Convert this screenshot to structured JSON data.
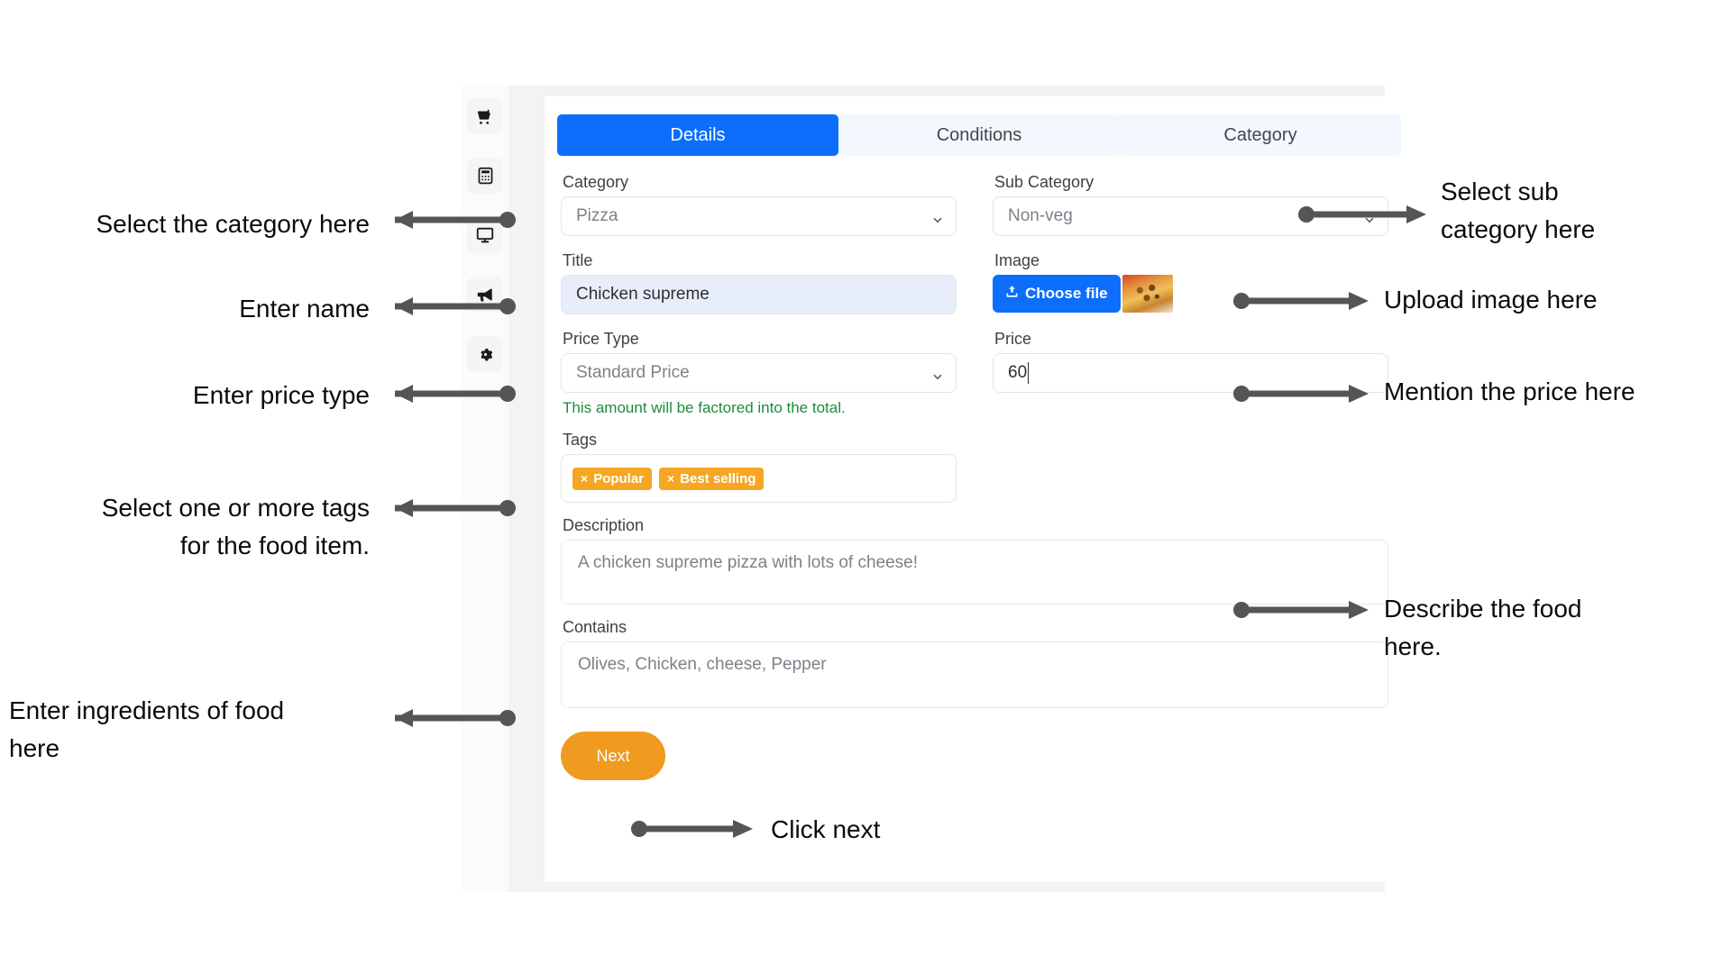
{
  "colors": {
    "primary_blue": "#0d6efd",
    "tab_inactive_bg": "#f2f8fe",
    "tag_orange": "#f5a623",
    "next_orange": "#f09a1f",
    "helper_green": "#1f8b3e",
    "filled_input_bg": "#e8edfa",
    "annotation_gray": "#555555"
  },
  "sidebar": {
    "items": [
      {
        "icon": "shopping-cart-icon",
        "name": "cart"
      },
      {
        "icon": "calculator-icon",
        "name": "calculator"
      },
      {
        "icon": "monitor-icon",
        "name": "monitor"
      },
      {
        "icon": "megaphone-icon",
        "name": "megaphone"
      },
      {
        "icon": "gear-icon",
        "name": "settings"
      }
    ]
  },
  "tabs": [
    {
      "label": "Details",
      "active": true
    },
    {
      "label": "Conditions",
      "active": false
    },
    {
      "label": "Category",
      "active": false
    }
  ],
  "form": {
    "category": {
      "label": "Category",
      "value": "Pizza",
      "options": [
        "Pizza"
      ]
    },
    "sub_category": {
      "label": "Sub Category",
      "value": "Non-veg",
      "options": [
        "Non-veg"
      ]
    },
    "title": {
      "label": "Title",
      "value": "Chicken supreme"
    },
    "image": {
      "label": "Image",
      "button_label": "Choose file",
      "thumbnail_alt": "pizza-thumbnail"
    },
    "price_type": {
      "label": "Price Type",
      "value": "Standard Price",
      "options": [
        "Standard Price"
      ],
      "helper": "This amount will be factored into the total."
    },
    "price": {
      "label": "Price",
      "value": "60"
    },
    "tags": {
      "label": "Tags",
      "chips": [
        "Popular",
        "Best selling"
      ],
      "remove_glyph": "×"
    },
    "description": {
      "label": "Description",
      "value": "A chicken supreme pizza with lots of cheese!"
    },
    "contains": {
      "label": "Contains",
      "value": "Olives, Chicken, cheese, Pepper"
    },
    "next_button": {
      "label": "Next"
    }
  },
  "annotations": {
    "select_category": "Select the category here",
    "enter_name": "Enter name",
    "enter_price_type": "Enter price type",
    "select_tags": "Select one or more tags\nfor the food item.",
    "enter_ingredients": "Enter ingredients of food\nhere",
    "select_sub_category": "Select sub\ncategory here",
    "upload_image": "Upload image here",
    "mention_price": "Mention the price here",
    "describe_food": "Describe the food\nhere.",
    "click_next": "Click next"
  }
}
